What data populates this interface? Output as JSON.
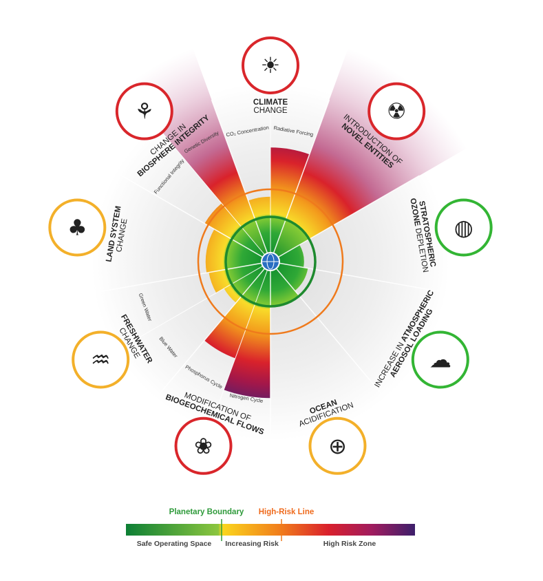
{
  "colors": {
    "safe": "#1e8a2e",
    "boundary": "#2e9a3a",
    "high_risk": "#ef7a1c",
    "red": "#d9262b",
    "orange": "#f3b02a",
    "green": "#33b534",
    "globe": "#2a6fc2"
  },
  "sectors": [
    {
      "key": "climate",
      "status": "red",
      "icon": "☀",
      "title": [
        [
          {
            "t": "CLIMATE",
            "b": true
          }
        ],
        [
          {
            "t": "CHANGE",
            "b": false
          }
        ]
      ],
      "subs": [
        {
          "label": "CO₂ Concentration",
          "value": 1.45
        },
        {
          "label": "Radiative Forcing",
          "value": 2.55
        }
      ]
    },
    {
      "key": "novel-entities",
      "status": "red",
      "icon": "☢",
      "title": [
        [
          {
            "t": "INTRODUCTION OF",
            "b": false
          }
        ],
        [
          {
            "t": "NOVEL ENTITIES",
            "b": true
          }
        ]
      ],
      "subs": [
        {
          "label": "",
          "value": "beyond"
        }
      ]
    },
    {
      "key": "ozone",
      "status": "green",
      "icon": "◍",
      "title": [
        [
          {
            "t": "STRATOSPHERIC",
            "b": true
          }
        ],
        [
          {
            "t": "OZONE ",
            "b": true
          },
          {
            "t": "DEPLETION",
            "b": false
          }
        ]
      ],
      "subs": [
        {
          "label": "",
          "value": 0.75
        }
      ]
    },
    {
      "key": "aerosol",
      "status": "green",
      "icon": "☁",
      "title": [
        [
          {
            "t": "INCREASE IN ",
            "b": false
          },
          {
            "t": "ATMOSPHERIC",
            "b": true
          }
        ],
        [
          {
            "t": "AEROSOL LOADING",
            "b": true
          }
        ]
      ],
      "subs": [
        {
          "label": "",
          "value": 0.85
        }
      ]
    },
    {
      "key": "ocean",
      "status": "orange",
      "icon": "⊕",
      "title": [
        [
          {
            "t": "OCEAN",
            "b": true
          }
        ],
        [
          {
            "t": "ACIDIFICATION",
            "b": false
          }
        ]
      ],
      "subs": [
        {
          "label": "",
          "value": 1.0
        }
      ]
    },
    {
      "key": "biogeochemical",
      "status": "red",
      "icon": "❀",
      "title": [
        [
          {
            "t": "MODIFICATION OF",
            "b": false
          }
        ],
        [
          {
            "t": "BIOGEOCHEMICAL FLOWS",
            "b": true
          }
        ]
      ],
      "subs": [
        {
          "label": "Nitrogen Cycle",
          "value": 3.05
        },
        {
          "label": "Phosphorus Cycle",
          "value": 2.3
        }
      ]
    },
    {
      "key": "freshwater",
      "status": "orange",
      "icon": "♒",
      "title": [
        [
          {
            "t": "FRESHWATER",
            "b": true
          }
        ],
        [
          {
            "t": "CHANGE",
            "b": false
          }
        ]
      ],
      "subs": [
        {
          "label": "Blue Water",
          "value": 1.2
        },
        {
          "label": "Green Water",
          "value": 1.4
        }
      ]
    },
    {
      "key": "land-system",
      "status": "orange",
      "icon": "♣",
      "title": [
        [
          {
            "t": "LAND SYSTEM",
            "b": true
          }
        ],
        [
          {
            "t": "CHANGE",
            "b": false
          }
        ]
      ],
      "subs": [
        {
          "label": "",
          "value": 1.45
        }
      ]
    },
    {
      "key": "biosphere",
      "status": "red",
      "icon": "⚘",
      "title": [
        [
          {
            "t": "CHANGE IN",
            "b": false
          }
        ],
        [
          {
            "t": "BIOSPHERE INTEGRITY",
            "b": true
          }
        ]
      ],
      "subs": [
        {
          "label": "Functional Integrity",
          "value": 1.7
        },
        {
          "label": "Genetic Diversity",
          "value": "beyond"
        }
      ]
    }
  ],
  "legend": {
    "planetary_boundary": "Planetary Boundary",
    "high_risk_line": "High-Risk Line",
    "zones": [
      "Safe Operating Space",
      "Increasing Risk",
      "High Risk Zone"
    ],
    "boundary_position": 0.33,
    "high_risk_position": 0.54
  }
}
